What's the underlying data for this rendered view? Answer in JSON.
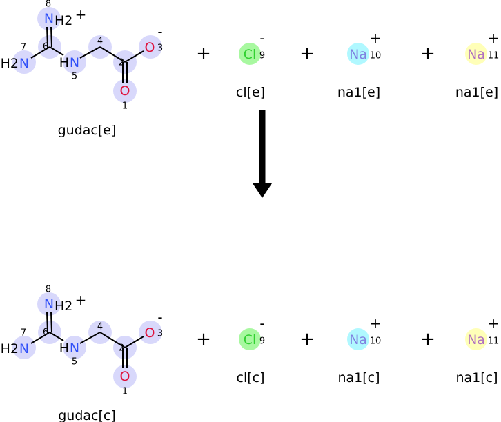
{
  "colors": {
    "highlight": "#d8d8fb",
    "nitrogen": "#3050f8",
    "oxygen": "#e0103a",
    "chloride_halo": "#a8f8a0",
    "chloride_text": "#30d030",
    "sodium1_halo": "#b0f8ff",
    "sodium1_text": "#8080e0",
    "sodium2_halo": "#ffffb8",
    "sodium2_text": "#b070c0"
  },
  "reaction": {
    "plus_symbol": "+",
    "reactants": {
      "molecule_name": "gudac[e]",
      "chloride": {
        "symbol": "Cl",
        "charge": "-",
        "index": "9",
        "name": "cl[e]"
      },
      "sodium_a": {
        "symbol": "Na",
        "charge": "+",
        "index": "10",
        "name": "na1[e]"
      },
      "sodium_b": {
        "symbol": "Na",
        "charge": "+",
        "index": "11",
        "name": "na1[e]"
      }
    },
    "products": {
      "molecule_name": "gudac[c]",
      "chloride": {
        "symbol": "Cl",
        "charge": "-",
        "index": "9",
        "name": "cl[c]"
      },
      "sodium_a": {
        "symbol": "Na",
        "charge": "+",
        "index": "10",
        "name": "na1[c]"
      },
      "sodium_b": {
        "symbol": "Na",
        "charge": "+",
        "index": "11",
        "name": "na1[c]"
      }
    }
  },
  "molecule_atoms": {
    "n8": {
      "label": "N",
      "suffix": "H2",
      "charge": "+",
      "index": "8"
    },
    "c6": {
      "index": "6"
    },
    "n7": {
      "prefix": "H2",
      "label": "N",
      "index": "7"
    },
    "n5": {
      "prefix": "H",
      "label": "N",
      "index": "5"
    },
    "c4": {
      "index": "4"
    },
    "c2": {
      "index": "2"
    },
    "o3": {
      "label": "O",
      "charge": "-",
      "index": "3"
    },
    "o1": {
      "label": "O",
      "index": "1"
    }
  }
}
